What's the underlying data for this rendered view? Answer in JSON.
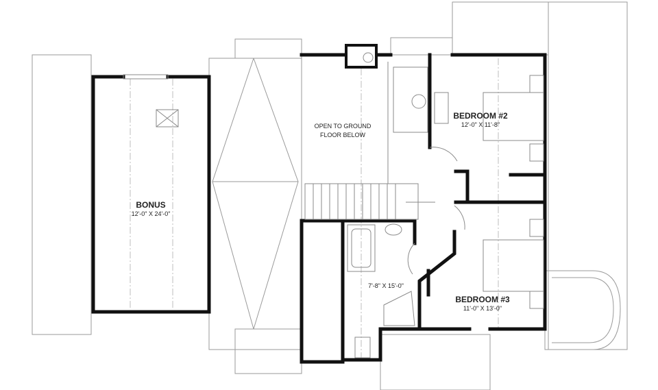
{
  "plan": {
    "rooms": [
      {
        "name": "BONUS",
        "dimensions": "12'-0\" X 24'-0\""
      },
      {
        "name": "BEDROOM #2",
        "dimensions": "12'-0\" X 11'-8\""
      },
      {
        "name": "BEDROOM #3",
        "dimensions": "11'-0\" X 13'-0\""
      },
      {
        "name": "",
        "dimensions": "7'-8\" X 15'-0\""
      }
    ],
    "open_note": {
      "line1": "OPEN TO GROUND",
      "line2": "FLOOR BELOW"
    }
  },
  "colors": {
    "wall": "#111111",
    "roof_outline": "#9a9a9a"
  }
}
